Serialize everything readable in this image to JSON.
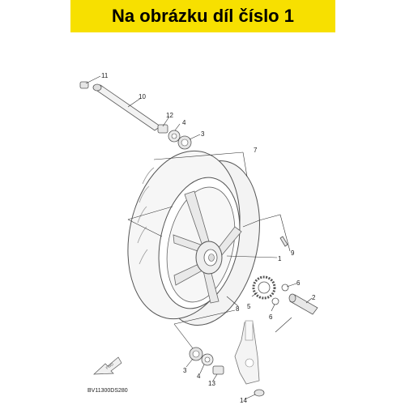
{
  "banner": {
    "text": "Na obrázku díl číslo 1"
  },
  "diagram": {
    "callouts": {
      "c1": "1",
      "c2": "2",
      "c3a": "3",
      "c3b": "3",
      "c4a": "4",
      "c4b": "4",
      "c5": "5",
      "c6a": "6",
      "c6b": "6",
      "c7": "7",
      "c8": "8",
      "c9": "9",
      "c10": "10",
      "c11": "11",
      "c12": "12",
      "c13": "13",
      "c14": "14"
    },
    "code": "BV11300DS280",
    "fwd_label": "FWD"
  }
}
